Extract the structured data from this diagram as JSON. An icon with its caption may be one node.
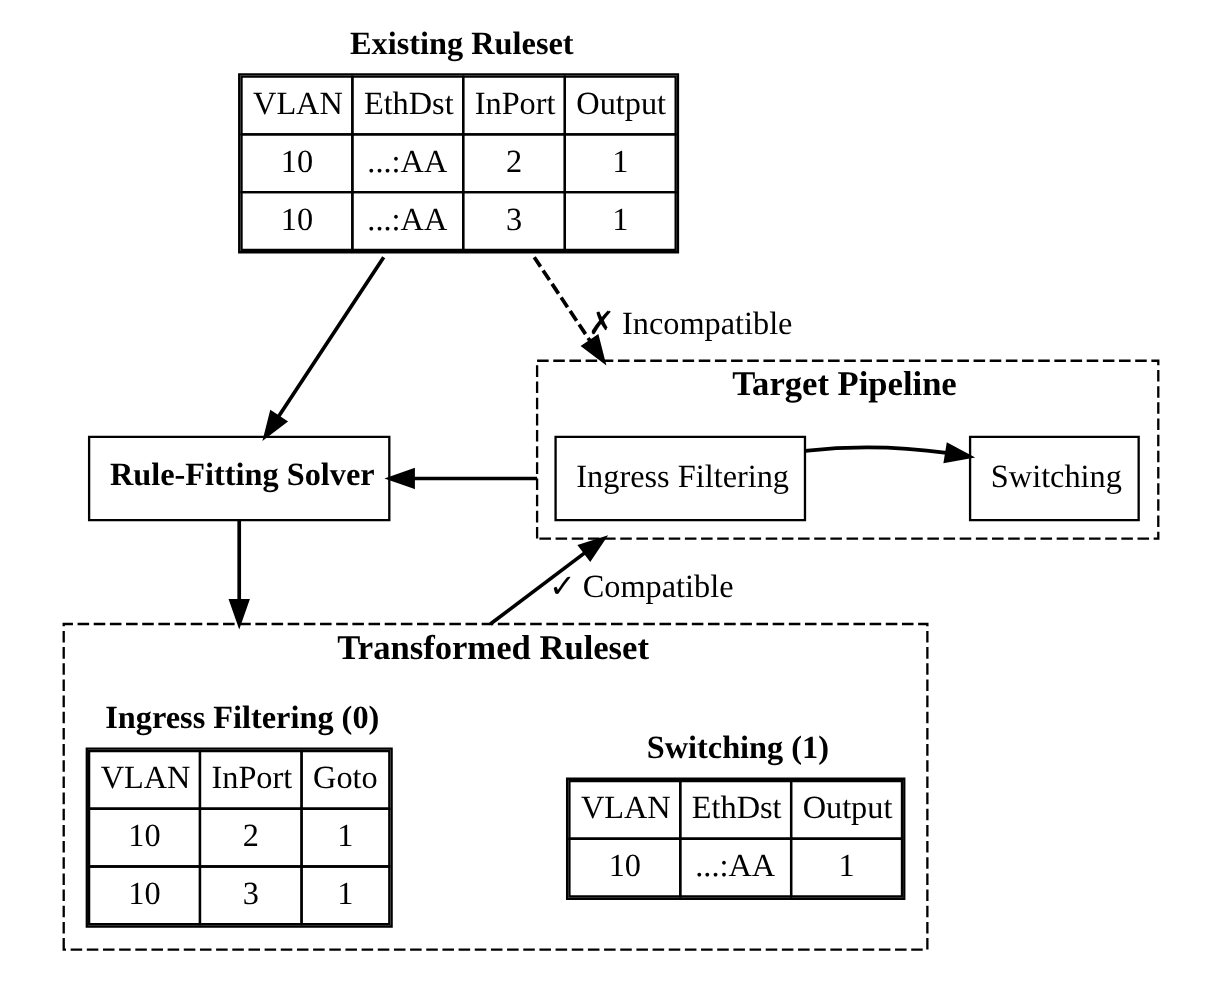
{
  "diagram": {
    "nodes": [
      {
        "text": [
          "Existing Ruleset",
          "VLAN",
          "EthDst",
          "InPort",
          "Output",
          "10",
          "...:AA",
          "2",
          "1",
          "10",
          "...:AA",
          "3",
          "1"
        ]
      },
      {
        "text": [
          "Rule-Fitting Solver"
        ]
      },
      {
        "text": [
          "Target Pipeline"
        ]
      },
      {
        "text": [
          "Ingress Filtering"
        ],
        "in": 2
      },
      {
        "text": [
          "Switching"
        ],
        "in": 2
      },
      {
        "text": [
          "Transformed Ruleset"
        ]
      },
      {
        "text": [
          "Ingress Filtering (0)",
          "VLAN",
          "InPort",
          "Goto",
          "10",
          "2",
          "1",
          "10",
          "3",
          "1"
        ],
        "in": 5
      },
      {
        "text": [
          "Switching (1)",
          "VLAN",
          "EthDst",
          "Output",
          "10",
          "...:AA",
          "1"
        ],
        "in": 5
      }
    ],
    "edges": [
      {
        "from": 0,
        "to": 1,
        "arrow": "to"
      },
      {
        "from": 0,
        "to": 2,
        "arrow": "to",
        "style": "dashed",
        "label": "✗ Incompatible"
      },
      {
        "from": 2,
        "to": 1,
        "arrow": "to"
      },
      {
        "from": 1,
        "to": 5,
        "arrow": "to"
      },
      {
        "from": 5,
        "to": 2,
        "arrow": "to",
        "label": "✓ Compatible"
      },
      {
        "from": 3,
        "to": 4,
        "arrow": "to"
      }
    ]
  }
}
